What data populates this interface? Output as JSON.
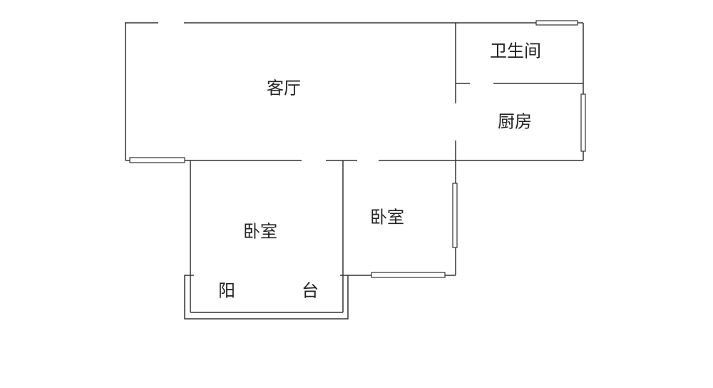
{
  "rooms": {
    "living_room": "客厅",
    "bathroom": "卫生间",
    "kitchen": "厨房",
    "bedroom_left": "卧室",
    "bedroom_right": "卧室",
    "balcony_char1": "阳",
    "balcony_char2": "台"
  }
}
